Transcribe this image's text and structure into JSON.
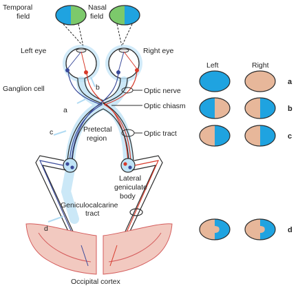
{
  "colors": {
    "blue_field": "#1fa3e0",
    "green_field": "#7cc96b",
    "pink_field": "#e7b79a",
    "left_path": "#3a4a9a",
    "right_path": "#d83a2a",
    "glow": "#bfe3f6",
    "cortex": "#f2c9c0",
    "cortex_line": "#d45a5a",
    "outline": "#2a2a2a"
  },
  "labels": {
    "temporal_field": [
      "Temporal",
      "field"
    ],
    "nasal_field": [
      "Nasal",
      "field"
    ],
    "left_eye": "Left eye",
    "right_eye": "Right eye",
    "ganglion_cell": "Ganglion cell",
    "optic_nerve": "Optic nerve",
    "optic_chiasm": "Optic chiasm",
    "optic_tract": "Optic tract",
    "pretectal_region": [
      "Pretectal",
      "region"
    ],
    "lateral_geniculate": [
      "Lateral",
      "geniculate",
      "body"
    ],
    "geniculocalcarine": [
      "Geniculocalcarine",
      "tract"
    ],
    "occipital_cortex": "Occipital cortex",
    "lesion_a": "a",
    "lesion_b": "b",
    "lesion_c": "c",
    "lesion_d": "d"
  },
  "field_panel": {
    "col_left": "Left",
    "col_right": "Right",
    "rows": [
      {
        "key": "a",
        "left": "full-blue",
        "right": "full-pink"
      },
      {
        "key": "b",
        "left": "blue-temporal",
        "right": "blue-temporal-right"
      },
      {
        "key": "c",
        "left": "blue-right-half",
        "right": "blue-right-half"
      },
      {
        "key": "d",
        "left": "blue-right-half-notch",
        "right": "blue-right-half-notch"
      }
    ]
  }
}
